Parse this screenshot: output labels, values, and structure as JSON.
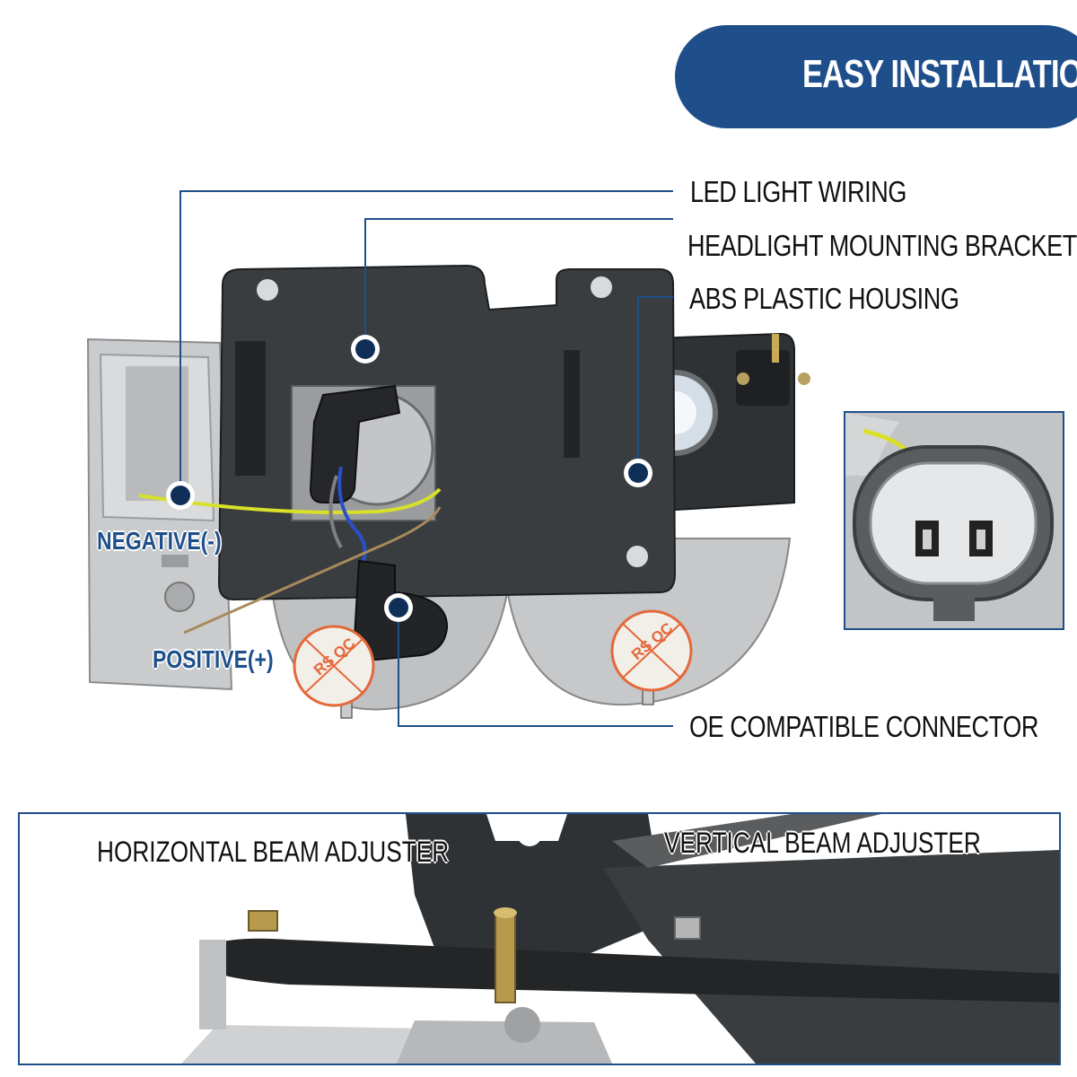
{
  "banner": {
    "title": "EASY INSTALLATION"
  },
  "callouts": {
    "led_wiring": "LED LIGHT WIRING",
    "mounting_bracket": "HEADLIGHT MOUNTING BRACKET",
    "abs_housing": "ABS PLASTIC HOUSING",
    "oe_connector": "OE COMPATIBLE CONNECTOR",
    "negative": "NEGATIVE(-)",
    "positive": "POSITIVE(+)"
  },
  "stamps": {
    "left": "RS QC",
    "right": "RS QC"
  },
  "bottom": {
    "horizontal": "HORIZONTAL BEAM ADJUSTER",
    "vertical": "VERTICAL BEAM ADJUSTER"
  },
  "colors": {
    "accent": "#1f4f8a",
    "accent_dark": "#0f2f58",
    "housing": "#3a3d40",
    "chrome": "#c4c6c8",
    "wire_yellow": "#d8e02a",
    "wire_blue": "#2a4fc9",
    "wire_brown": "#a88a5c"
  }
}
